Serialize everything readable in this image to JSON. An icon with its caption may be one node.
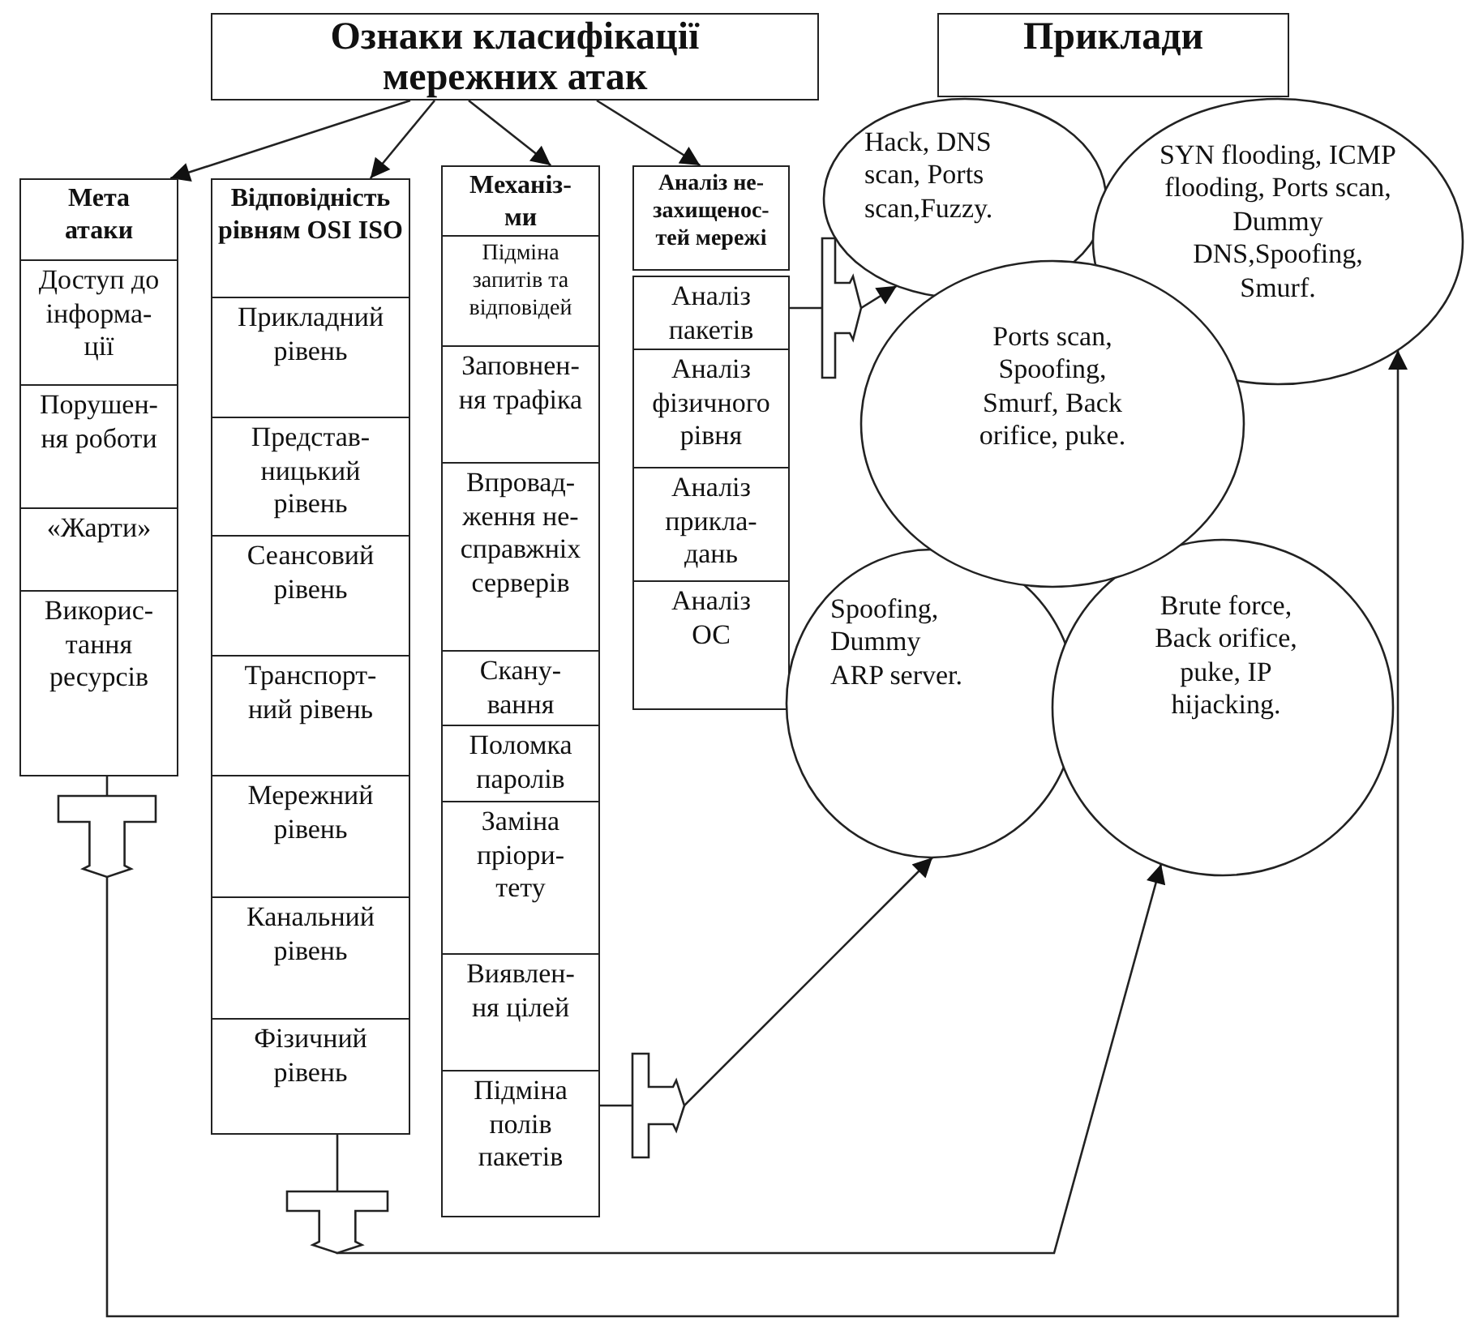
{
  "diagram": {
    "nodes": [
      {
        "text": [
          "Ознаки класифікації мережних атак"
        ]
      },
      {
        "text": [
          "Приклади"
        ]
      },
      {
        "text": [
          "Мета атаки"
        ]
      },
      {
        "text": [
          "Доступ до інформа- ції"
        ]
      },
      {
        "text": [
          "Порушен- ня роботи"
        ]
      },
      {
        "text": [
          "«Жарти»"
        ]
      },
      {
        "text": [
          "Викорис- тання ресурсів"
        ]
      },
      {
        "text": [
          "Відповідність рівням OSI ISO"
        ]
      },
      {
        "text": [
          "Прикладний рівень"
        ]
      },
      {
        "text": [
          "Представ- ницький рівень"
        ]
      },
      {
        "text": [
          "Сеансовий рівень"
        ]
      },
      {
        "text": [
          "Транспорт- ний рівень"
        ]
      },
      {
        "text": [
          "Мережний рівень"
        ]
      },
      {
        "text": [
          "Канальний рівень"
        ]
      },
      {
        "text": [
          "Фізичний рівень"
        ]
      },
      {
        "text": [
          "Механіз- ми"
        ]
      },
      {
        "text": [
          "Підміна запитів та відповідей"
        ]
      },
      {
        "text": [
          "Заповнен- ня трафіка"
        ]
      },
      {
        "text": [
          "Впровад- ження не- справжніх серверів"
        ]
      },
      {
        "text": [
          "Скану- вання"
        ]
      },
      {
        "text": [
          "Поломка паролів"
        ]
      },
      {
        "text": [
          "Заміна пріори- тету"
        ]
      },
      {
        "text": [
          "Виявлен- ня цілей"
        ]
      },
      {
        "text": [
          "Підміна полів пакетів"
        ]
      },
      {
        "text": [
          "Аналіз не- захищенос- тей мережі"
        ]
      },
      {
        "text": [
          "Аналіз пакетів"
        ]
      },
      {
        "text": [
          "Аналіз фізичного рівня"
        ]
      },
      {
        "text": [
          "Аналіз прикла- дань"
        ]
      },
      {
        "text": [
          "Аналіз ОС"
        ]
      },
      {
        "text": [
          "Hack, DNS scan, Ports scan,Fuzzy."
        ]
      },
      {
        "text": [
          "SYN flooding, ICMP flooding, Ports scan, Dummy DNS,Spoofing, Smurf."
        ]
      },
      {
        "text": [
          "Ports scan, Spoofing, Smurf, Back orifice, puke."
        ]
      },
      {
        "text": [
          "Spoofing, Dummy ARP server."
        ]
      },
      {
        "text": [
          "Brute force, Back orifice, puke, IP hijacking."
        ]
      }
    ],
    "edges": [
      {
        "from": 0,
        "to": 2,
        "arrow": "to"
      },
      {
        "from": 0,
        "to": 7,
        "arrow": "to"
      },
      {
        "from": 0,
        "to": 15,
        "arrow": "to"
      },
      {
        "from": 0,
        "to": 24,
        "arrow": "to"
      },
      {
        "from": 6,
        "to": 30,
        "arrow": "to"
      },
      {
        "from": 14,
        "to": 33,
        "arrow": "to"
      },
      {
        "from": 23,
        "to": 32,
        "arrow": "to"
      },
      {
        "from": 25,
        "to": 29,
        "arrow": "to"
      }
    ]
  }
}
